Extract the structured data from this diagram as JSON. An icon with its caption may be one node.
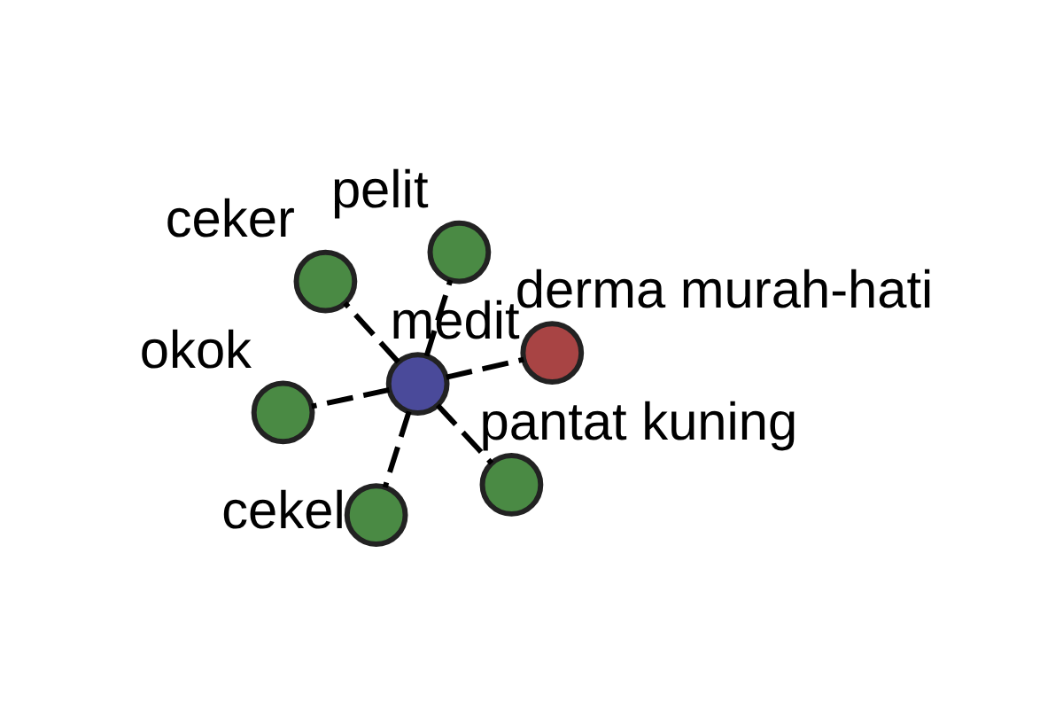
{
  "diagram": {
    "nodes": [
      {
        "text": [
          "okok"
        ]
      },
      {
        "text": [
          "pantat kuning"
        ]
      },
      {
        "text": [
          "medit"
        ]
      },
      {
        "text": [
          "ceker"
        ]
      },
      {
        "text": [
          "derma murah-hati"
        ]
      },
      {
        "text": [
          "pelit"
        ]
      },
      {
        "text": [
          "cekel"
        ]
      }
    ],
    "edges": [
      {
        "from": 2,
        "to": 0,
        "arrow": "none",
        "style": "dashed"
      },
      {
        "from": 2,
        "to": 1,
        "arrow": "none",
        "style": "dashed"
      },
      {
        "from": 2,
        "to": 3,
        "arrow": "none",
        "style": "dashed"
      },
      {
        "from": 2,
        "to": 4,
        "arrow": "none",
        "style": "dashed"
      },
      {
        "from": 2,
        "to": 5,
        "arrow": "none",
        "style": "dashed"
      },
      {
        "from": 2,
        "to": 6,
        "arrow": "none",
        "style": "dashed"
      }
    ]
  }
}
